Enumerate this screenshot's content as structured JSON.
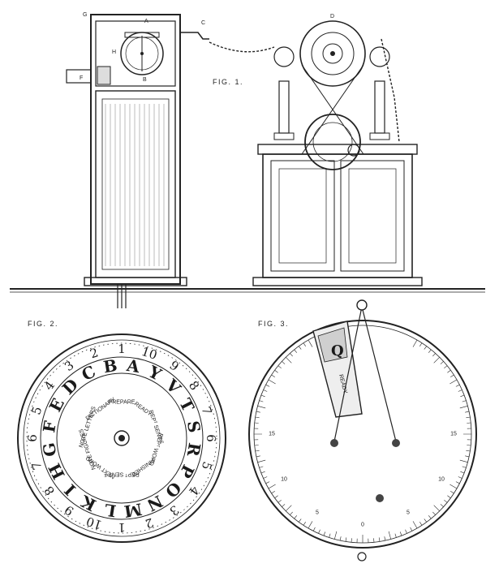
{
  "figures": {
    "fig1": {
      "label": "FIG. 1.",
      "letters": {
        "a": "A",
        "b": "B",
        "c": "C",
        "d": "D",
        "f": "F",
        "g": "G",
        "h": "H"
      }
    },
    "fig2": {
      "label": "FIG. 2.",
      "outer_ring": [
        "1",
        "10",
        "9",
        "8",
        "7",
        "6",
        "5",
        "4",
        "3",
        "2",
        "1",
        "10",
        "9",
        "8",
        "7",
        "6",
        "5",
        "4",
        "3",
        "2"
      ],
      "letter_ring": [
        "A",
        "Y",
        "V",
        "T",
        "S",
        "R",
        "P",
        "O",
        "N",
        "M",
        "L",
        "K",
        "I",
        "H",
        "G",
        "F",
        "E",
        "D",
        "C",
        "B"
      ],
      "inner_words": [
        "PREPARE",
        "READY",
        "REPᵀ SENTᶜᴱ",
        "REPᵀ WORD",
        "FINISHED",
        "REPᵀ SENTᶜᴱ",
        "NEXT WORD",
        "NOTE FIGURES",
        "NOTE LETTERS",
        "DICTIONARY"
      ]
    },
    "fig3": {
      "label": "FIG. 3.",
      "scale_numbers": [
        "15",
        "10",
        "5",
        "0",
        "5",
        "10",
        "15"
      ],
      "window_letter": "Q",
      "window_word": "READY"
    }
  }
}
